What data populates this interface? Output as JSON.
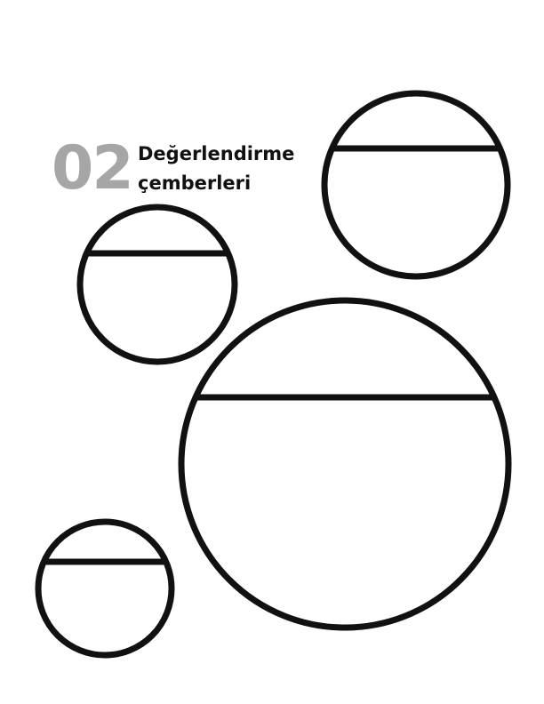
{
  "section": {
    "number": "02",
    "title_line1": "Değerlendirme",
    "title_line2": "çemberleri"
  },
  "colors": {
    "number": "#a6a6a6",
    "title": "#111111",
    "stroke": "#111111"
  }
}
